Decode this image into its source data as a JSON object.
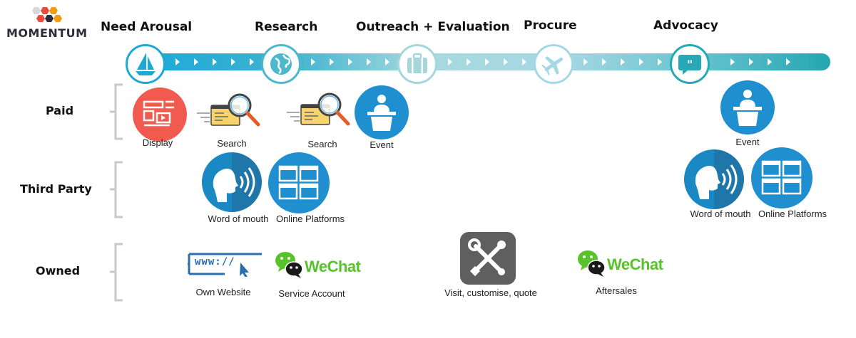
{
  "brand": {
    "name": "MOMENTUM",
    "icon": "hexagon-logo-icon"
  },
  "stages": [
    {
      "label": "Need Arousal",
      "icon": "sailboat-icon",
      "color": "#1da9d6"
    },
    {
      "label": "Research",
      "icon": "globe-icon",
      "color": "#4bb8cc"
    },
    {
      "label": "Outreach + Evaluation",
      "icon": "briefcase-icon",
      "color": "#a4d6dc"
    },
    {
      "label": "Procure",
      "icon": "airplane-icon",
      "color": "#a4d8e4"
    },
    {
      "label": "Advocacy",
      "icon": "speech-bubble-icon",
      "color": "#27a8b4"
    }
  ],
  "rows": {
    "paid": "Paid",
    "third_party": "Third Party",
    "owned": "Owned"
  },
  "touchpoints": {
    "paid": {
      "display": "Display",
      "search_1": "Search",
      "search_2": "Search",
      "event_1": "Event",
      "event_2": "Event"
    },
    "third_party": {
      "word_of_mouth_1": "Word of mouth",
      "online_platforms_1": "Online Platforms",
      "word_of_mouth_2": "Word of mouth",
      "online_platforms_2": "Online Platforms"
    },
    "owned": {
      "own_website": "Own Website",
      "website_text": "www://",
      "wechat_1": "WeChat",
      "service_account": "Service Account",
      "visit": "Visit, customise, quote",
      "wechat_2": "WeChat",
      "aftersales": "Aftersales"
    }
  },
  "colors": {
    "display_red": "#f05a4f",
    "blue": "#1f8fcf",
    "wechat_green": "#58c22b",
    "tools_grey": "#5f5f5f"
  }
}
